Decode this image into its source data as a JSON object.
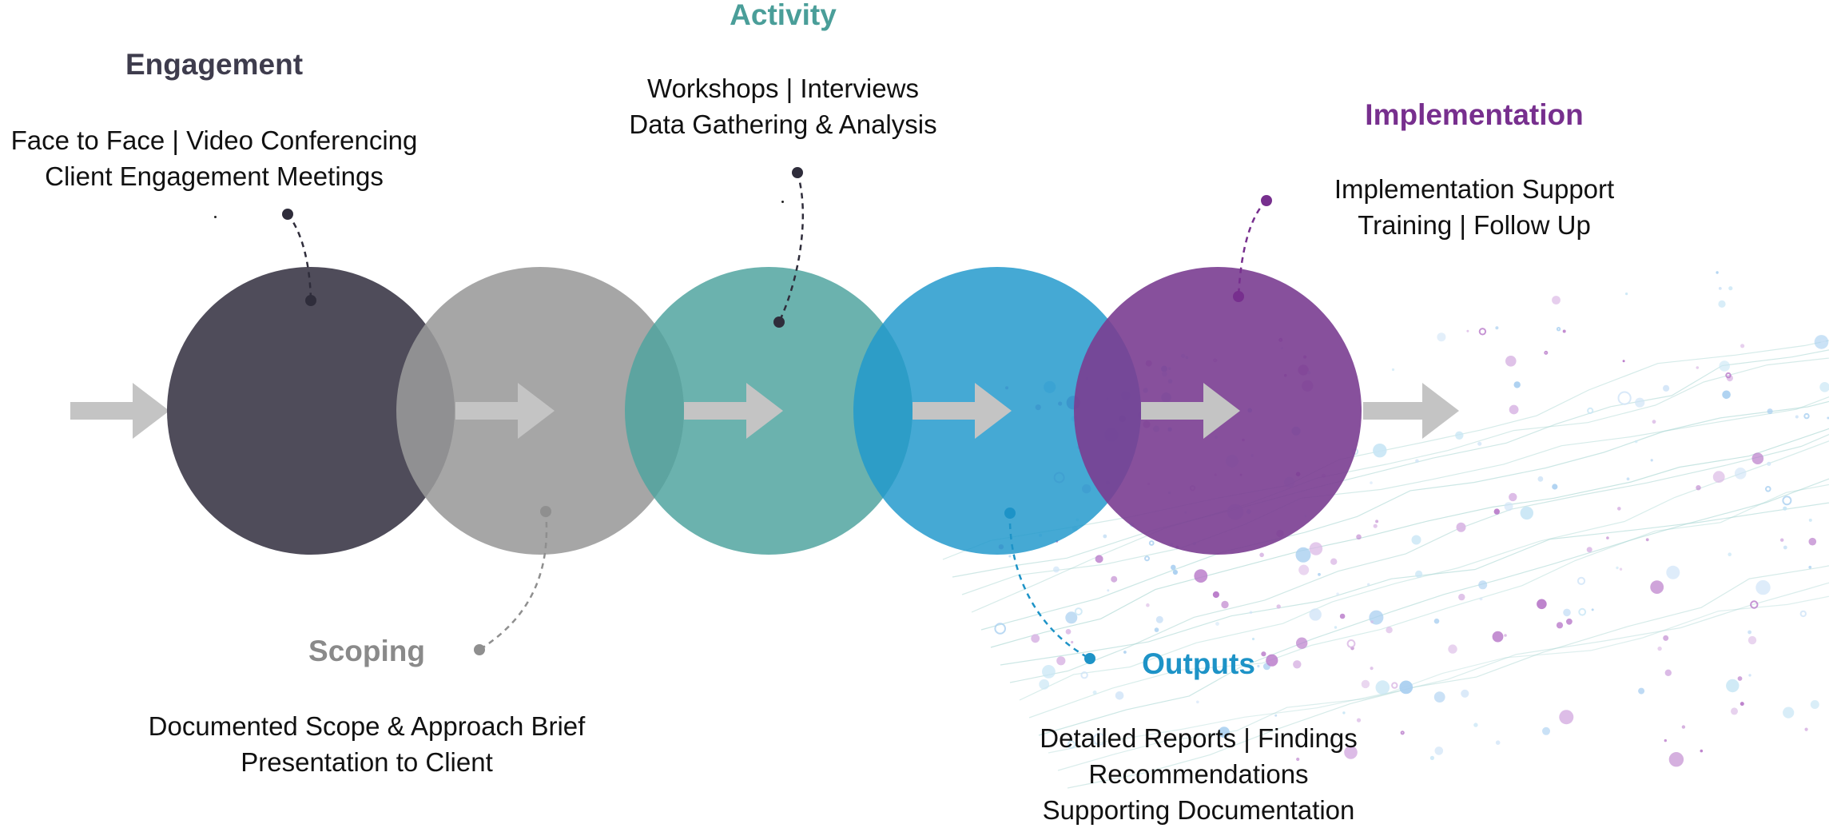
{
  "colors": {
    "engagement": "#4f4c5a",
    "scoping": "#9a9a9a",
    "activity": "#4fa39e",
    "outputs": "#2199cc",
    "implementation": "#7a3d91",
    "arrow": "#c4c4c4",
    "engagement_title": "#3e3c4d",
    "scoping_title": "#8a8a8a",
    "activity_title": "#4a9e99",
    "outputs_title": "#1d93c7",
    "implementation_title": "#772f8e"
  },
  "stages": [
    {
      "id": "engagement",
      "title": "Engagement",
      "lines": [
        "Face to Face  |  Video Conferencing",
        "Client Engagement Meetings"
      ]
    },
    {
      "id": "scoping",
      "title": "Scoping",
      "lines": [
        "Documented Scope & Approach Brief",
        "Presentation to Client"
      ]
    },
    {
      "id": "activity",
      "title": "Activity",
      "lines": [
        "Workshops  |  Interviews",
        "Data Gathering & Analysis"
      ]
    },
    {
      "id": "outputs",
      "title": "Outputs",
      "lines": [
        "Detailed Reports  |  Findings",
        "Recommendations",
        "Supporting Documentation"
      ]
    },
    {
      "id": "implementation",
      "title": "Implementation",
      "lines": [
        "Implementation Support",
        "Training  |  Follow Up"
      ]
    }
  ]
}
